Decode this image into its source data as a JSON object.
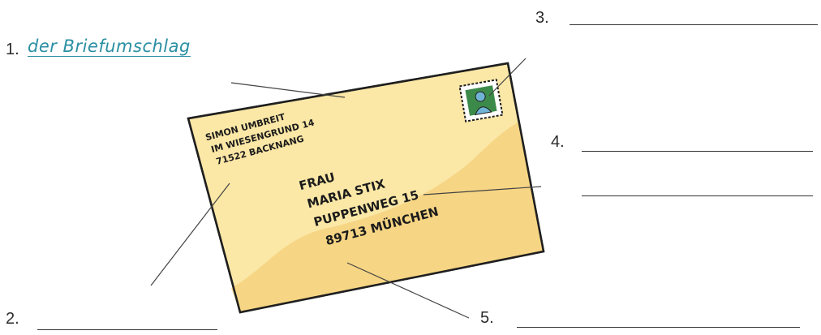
{
  "labels": {
    "n1": "1.",
    "answer1": "der Briefumschlag",
    "n2": "2.",
    "n3": "3.",
    "n4": "4.",
    "n5": "5."
  },
  "envelope": {
    "sender": [
      "SIMON UMBREIT",
      "IM WIESENGRUND 14",
      "71522 BACKNANG"
    ],
    "recipient": [
      "FRAU",
      "MARIA STIX",
      "PUPPENWEG 15",
      "89713 MÜNCHEN"
    ]
  },
  "colors": {
    "envelope_fill": "#fbe7a6",
    "envelope_shade": "#f5d17e",
    "stamp_green": "#3c8a4a",
    "stamp_face": "#6fb3d6",
    "answer_ink": "#2a8fa3"
  }
}
